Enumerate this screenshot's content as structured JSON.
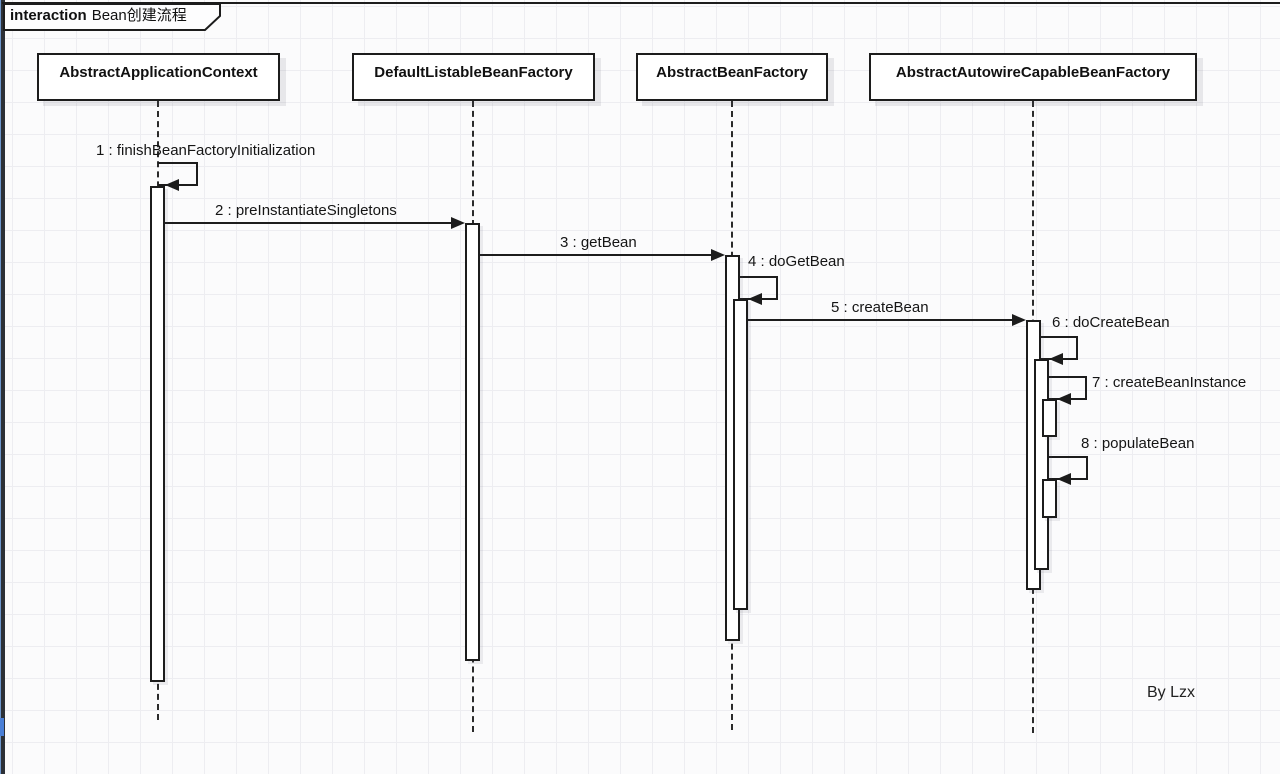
{
  "frame": {
    "keyword": "interaction",
    "title": "Bean创建流程"
  },
  "participants": [
    {
      "name": "AbstractApplicationContext"
    },
    {
      "name": "DefaultListableBeanFactory"
    },
    {
      "name": "AbstractBeanFactory"
    },
    {
      "name": "AbstractAutowireCapableBeanFactory"
    }
  ],
  "messages": [
    {
      "label": "1 : finishBeanFactoryInitialization",
      "from": "AbstractApplicationContext",
      "to": "AbstractApplicationContext",
      "kind": "self"
    },
    {
      "label": "2 : preInstantiateSingletons",
      "from": "AbstractApplicationContext",
      "to": "DefaultListableBeanFactory",
      "kind": "sync"
    },
    {
      "label": "3 : getBean",
      "from": "DefaultListableBeanFactory",
      "to": "AbstractBeanFactory",
      "kind": "sync"
    },
    {
      "label": "4 : doGetBean",
      "from": "AbstractBeanFactory",
      "to": "AbstractBeanFactory",
      "kind": "self"
    },
    {
      "label": "5 : createBean",
      "from": "AbstractBeanFactory",
      "to": "AbstractAutowireCapableBeanFactory",
      "kind": "sync"
    },
    {
      "label": "6 : doCreateBean",
      "from": "AbstractAutowireCapableBeanFactory",
      "to": "AbstractAutowireCapableBeanFactory",
      "kind": "self"
    },
    {
      "label": "7 : createBeanInstance",
      "from": "AbstractAutowireCapableBeanFactory",
      "to": "AbstractAutowireCapableBeanFactory",
      "kind": "self"
    },
    {
      "label": "8 : populateBean",
      "from": "AbstractAutowireCapableBeanFactory",
      "to": "AbstractAutowireCapableBeanFactory",
      "kind": "self"
    }
  ],
  "byline": "By Lzx",
  "colors": {
    "line": "#1c1c1c",
    "background": "#fbfbfc",
    "grid": "#ededf1",
    "accent_blue": "#4a7fd6"
  }
}
